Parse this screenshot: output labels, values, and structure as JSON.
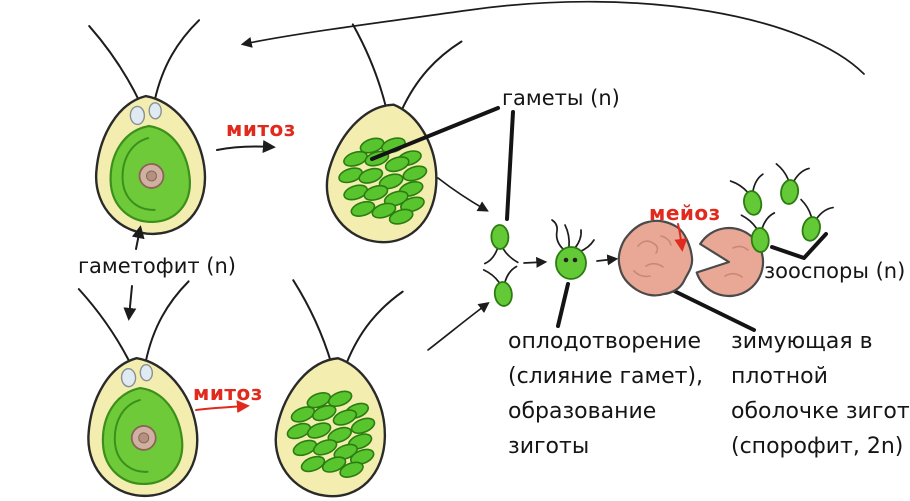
{
  "diagram": {
    "labels": {
      "gametes": "гаметы (n)",
      "gametophyte": "гаметофит (n)",
      "mitosis_top": "митоз",
      "mitosis_bottom": "митоз",
      "meiosis": "мейоз",
      "zoospores": "зооспоры (n)"
    },
    "annotations": {
      "fertilization_lines": [
        "оплодотворение",
        "(слияние гамет),",
        "образование",
        "зиготы"
      ],
      "winter_zygote_lines": [
        "зимующая в",
        "плотной",
        "оболочке зигота",
        "(спорофит, 2n)"
      ]
    },
    "colors": {
      "background": "#ffffff",
      "emphasis_red": "#e12a1e",
      "cell_body_yellow": "#f3eeb0",
      "chloroplast_green": "#6fca3a",
      "gamete_green": "#58c52f",
      "zygote_salmon": "#e9a795",
      "outline": "#1c1c1c",
      "text": "#151515"
    }
  }
}
